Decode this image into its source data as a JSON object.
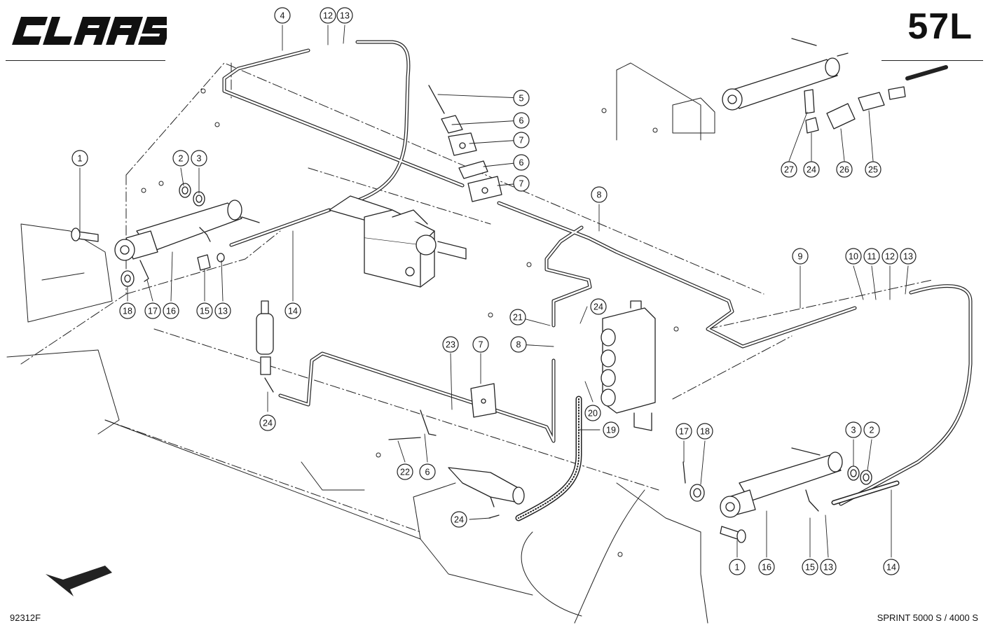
{
  "header": {
    "brand": "CLAAS",
    "page_number": "57L"
  },
  "footer": {
    "drawing_number": "92312F",
    "model": "SPRINT 5000 S / 4000 S"
  },
  "callouts": [
    {
      "num": "1"
    },
    {
      "num": "2"
    },
    {
      "num": "3"
    },
    {
      "num": "4"
    },
    {
      "num": "12"
    },
    {
      "num": "13"
    },
    {
      "num": "5"
    },
    {
      "num": "6"
    },
    {
      "num": "7"
    },
    {
      "num": "6"
    },
    {
      "num": "7"
    },
    {
      "num": "8"
    },
    {
      "num": "9"
    },
    {
      "num": "10"
    },
    {
      "num": "11"
    },
    {
      "num": "12"
    },
    {
      "num": "13"
    },
    {
      "num": "18"
    },
    {
      "num": "17"
    },
    {
      "num": "16"
    },
    {
      "num": "15"
    },
    {
      "num": "13"
    },
    {
      "num": "14"
    },
    {
      "num": "21"
    },
    {
      "num": "24"
    },
    {
      "num": "8"
    },
    {
      "num": "23"
    },
    {
      "num": "7"
    },
    {
      "num": "20"
    },
    {
      "num": "19"
    },
    {
      "num": "24"
    },
    {
      "num": "22"
    },
    {
      "num": "6"
    },
    {
      "num": "24"
    },
    {
      "num": "27"
    },
    {
      "num": "24"
    },
    {
      "num": "26"
    },
    {
      "num": "25"
    },
    {
      "num": "17"
    },
    {
      "num": "18"
    },
    {
      "num": "3"
    },
    {
      "num": "2"
    },
    {
      "num": "1"
    },
    {
      "num": "16"
    },
    {
      "num": "15"
    },
    {
      "num": "13"
    },
    {
      "num": "14"
    }
  ]
}
